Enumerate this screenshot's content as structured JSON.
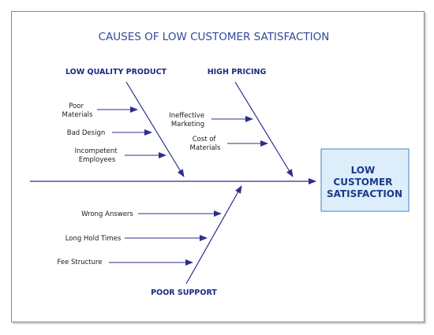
{
  "title": "CAUSES OF LOW CUSTOMER SATISFACTION",
  "effect": {
    "lines": [
      "LOW",
      "CUSTOMER",
      "SATISFACTION"
    ]
  },
  "categories": [
    {
      "name": "LOW QUALITY PRODUCT",
      "causes": [
        [
          "Poor",
          "Materials"
        ],
        [
          "Bad Design"
        ],
        [
          "Incompetent",
          "Employees"
        ]
      ]
    },
    {
      "name": "HIGH PRICING",
      "causes": [
        [
          "Ineffective",
          "Marketing"
        ],
        [
          "Cost of",
          "Materials"
        ]
      ]
    },
    {
      "name": "POOR SUPPORT",
      "causes": [
        [
          "Wrong Answers"
        ],
        [
          "Long Hold Times"
        ],
        [
          "Fee Structure"
        ]
      ]
    }
  ],
  "colors": {
    "title": "#2f4a9c",
    "heading": "#1a2a80",
    "line": "#2e2e8e",
    "label": "#1a1a1a",
    "effect_fill": "#ddeefa",
    "effect_border": "#3f86c6",
    "effect_text": "#1a3a8a",
    "frame_border": "#8a8a8a"
  }
}
